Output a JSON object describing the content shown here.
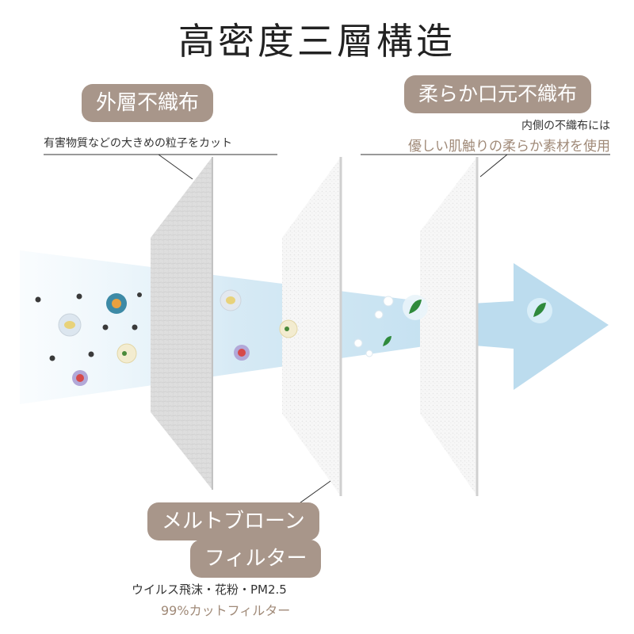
{
  "title": "高密度三層構造",
  "layers": {
    "outer": {
      "name": "外層不織布",
      "desc": "有害物質などの大きめの粒子をカット"
    },
    "inner": {
      "name": "柔らか口元不織布",
      "desc1": "内側の不織布には",
      "desc2": "優しい肌触りの柔らか素材を使用"
    },
    "melt": {
      "name1": "メルトブローン",
      "name2": "フィルター",
      "desc1": "ウイルス飛沫・花粉・PM2.5",
      "desc2": "99%カットフィルター"
    }
  },
  "colors": {
    "tag_bg": "#a8968a",
    "accent_text": "#a08a78",
    "arrow": "#bcdcee"
  },
  "icons": [
    "particle-icon",
    "virus-icon",
    "pollen-icon",
    "leaf-icon",
    "droplet-icon"
  ]
}
